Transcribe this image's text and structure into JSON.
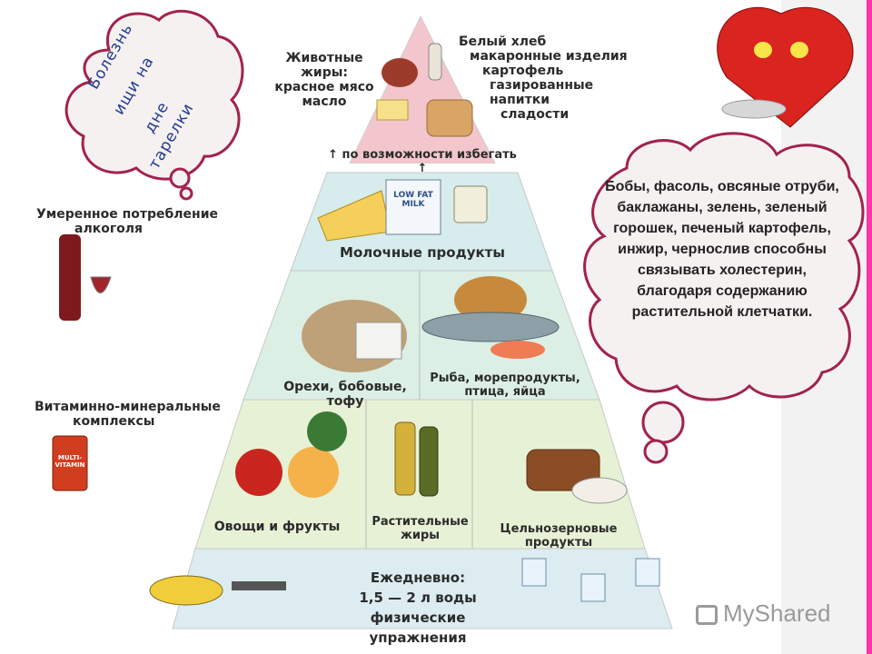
{
  "bubble_small": {
    "lines": [
      "Болезнь",
      "ищи на",
      "дне",
      "тарелки"
    ]
  },
  "cloud_big": {
    "text": "Бобы, фасоль, овсяные отруби, баклажаны, зелень, зеленый горошек, печеный картофель, инжир, чернослив способны связывать холестерин, благодаря содержанию растительной клетчатки."
  },
  "pyramid": {
    "top_left": [
      "Животные жиры:",
      "красное мясо",
      "масло"
    ],
    "top_right": [
      "Белый хлеб",
      "макаронные изделия",
      "картофель",
      "газированные напитки",
      "сладости"
    ],
    "avoid": "↑ по возможности избегать ↑",
    "dairy": "Молочные продукты",
    "milk_box": "LOW FAT MILK",
    "nuts": "Орехи, бобовые, тофу",
    "fish": [
      "Рыба, морепродукты,",
      "птица, яйца"
    ],
    "veg": "Овощи и фрукты",
    "oils": [
      "Растительные",
      "жиры"
    ],
    "grains": "Цельнозерновые продукты",
    "daily": [
      "Ежедневно:",
      "1,5 — 2 л воды",
      "физические упражнения"
    ]
  },
  "side": {
    "alcohol": [
      "Умеренное потребление",
      "алкоголя"
    ],
    "vitamins": [
      "Витаминно-минеральные",
      "комплексы"
    ],
    "vitamin_bottle": "MULTI-VITAMIN"
  },
  "watermark": "MyShared",
  "colors": {
    "tier_top": "#f2c6cc",
    "tier_dairy": "#d7ecec",
    "tier_protein": "#dcefe4",
    "tier_plants": "#e7f1d6",
    "tier_base": "#dcecf1",
    "cloud_fill": "#f6f1f1",
    "cloud_border": "#a2224d",
    "accent_pink": "#ff33aa"
  }
}
